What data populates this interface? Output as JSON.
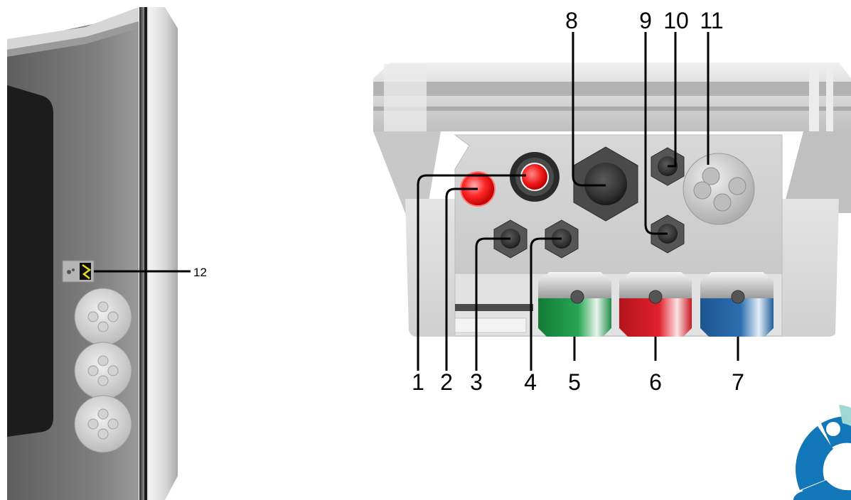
{
  "diagram": {
    "callouts": {
      "n1": "1",
      "n2": "2",
      "n3": "3",
      "n4": "4",
      "n5": "5",
      "n6": "6",
      "n7": "7",
      "n8": "8",
      "n9": "9",
      "n10": "10",
      "n11": "11",
      "n12": "12"
    },
    "colors": {
      "body_light": "#d9d9d9",
      "body_mid": "#bdbdbd",
      "side_dark": "#6d6d6d",
      "connector_green": "#1f9a48",
      "connector_red": "#e0202b",
      "connector_blue": "#2868a8",
      "led_red": "#ff2a2a",
      "logo_blue": "#1277b8",
      "logo_teal": "#9fd8d2"
    }
  }
}
